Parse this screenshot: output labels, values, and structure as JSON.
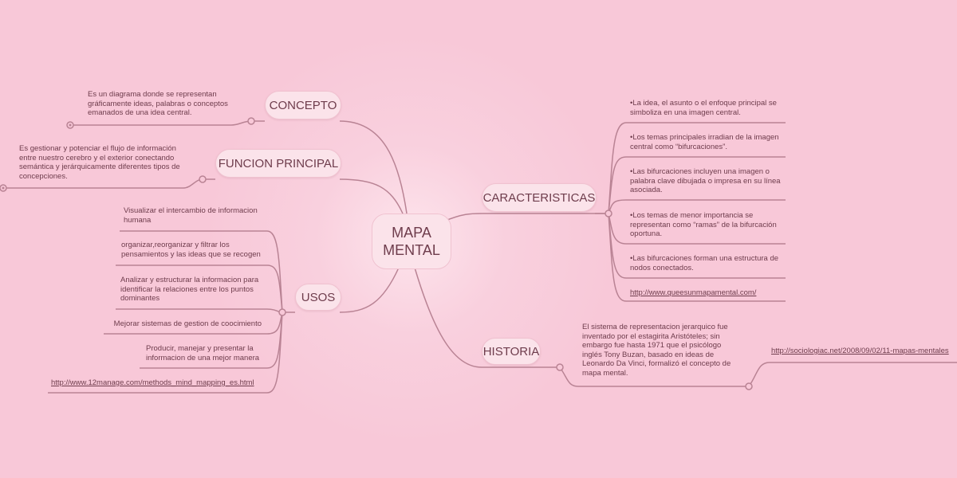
{
  "central": {
    "label": "MAPA\nMENTAL"
  },
  "concepto": {
    "label": "CONCEPTO",
    "text": "Es un diagrama donde se representan gráficamente ideas, palabras o conceptos emanados de una idea central."
  },
  "funcion": {
    "label": "FUNCION PRINCIPAL",
    "text": "Es gestionar y potenciar el flujo de información entre nuestro cerebro y el exterior conectando semántica y jerárquicamente diferentes tipos de concepciones."
  },
  "usos": {
    "label": "USOS",
    "items": [
      "Visualizar el intercambio de informacion humana",
      "organizar,reorganizar y filtrar los pensamientos y las ideas que se recogen",
      "Analizar y estructurar la informacion para identificar la relaciones entre los puntos dominantes",
      "Mejorar sistemas de gestion de coocimiento",
      "Producir, manejar y presentar la informacion de una mejor manera",
      "http://www.12manage.com/methods_mind_mapping_es.html"
    ]
  },
  "caracteristicas": {
    "label": "CARACTERISTICAS",
    "items": [
      "•La idea, el asunto o el enfoque principal se simboliza en una imagen central.",
      "•Los temas principales irradian de la imagen central como “bifurcaciones”.",
      "•Las bifurcaciones incluyen una imagen o palabra clave dibujada o impresa en su línea asociada.",
      "•Los temas de menor importancia se representan como “ramas” de la bifurcación oportuna.",
      "•Las bifurcaciones forman una estructura de nodos conectados.",
      "http://www.queesunmapamental.com/"
    ]
  },
  "historia": {
    "label": "HISTORIA",
    "text": "El sistema de representacion jerarquico fue inventado por el estagirita Aristóteles; sin embargo fue hasta 1971 que el psicólogo inglés Tony Buzan, basado en ideas de Leonardo Da Vinci, formalizó el concepto de mapa mental.",
    "link": "http://sociologiac.net/2008/09/02/11-mapas-mentales"
  },
  "colors": {
    "background": "#f8c8d8",
    "line": "#b98394",
    "text": "#6e3c4c",
    "node": "#fbe3ea"
  }
}
